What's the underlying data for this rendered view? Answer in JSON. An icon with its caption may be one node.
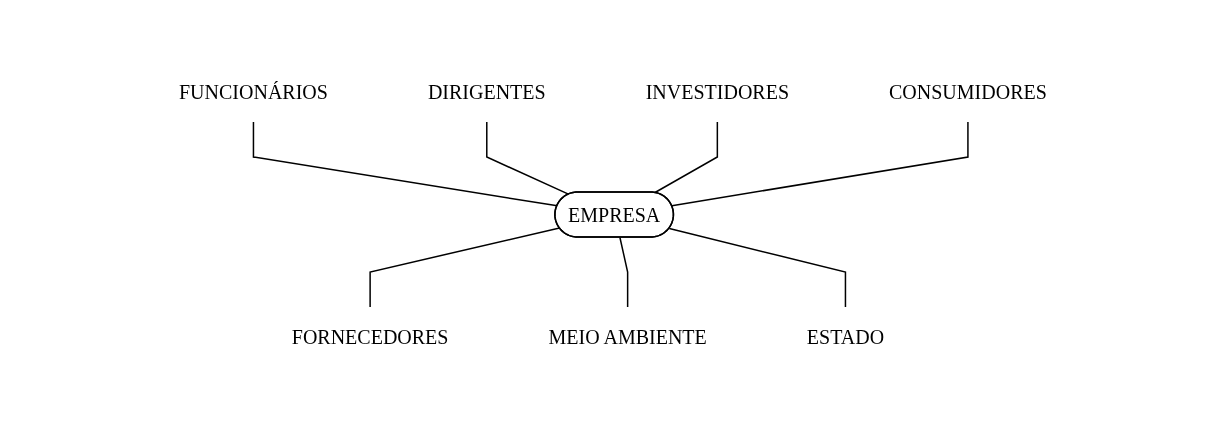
{
  "diagram": {
    "nodes": [
      {
        "text": [
          "FUNCIONÁRIOS"
        ]
      },
      {
        "text": [
          "DIRIGENTES"
        ]
      },
      {
        "text": [
          "INVESTIDORES"
        ]
      },
      {
        "text": [
          "CONSUMIDORES"
        ]
      },
      {
        "text": [
          "EMPRESA"
        ]
      },
      {
        "text": [
          "FORNECEDORES"
        ]
      },
      {
        "text": [
          "MEIO AMBIENTE"
        ]
      },
      {
        "text": [
          "ESTADO"
        ]
      }
    ],
    "edges": [
      {
        "from": 0,
        "to": 4,
        "arrow": "none"
      },
      {
        "from": 1,
        "to": 4,
        "arrow": "none"
      },
      {
        "from": 2,
        "to": 4,
        "arrow": "none"
      },
      {
        "from": 3,
        "to": 4,
        "arrow": "none"
      },
      {
        "from": 4,
        "to": 5,
        "arrow": "none"
      },
      {
        "from": 4,
        "to": 6,
        "arrow": "none"
      },
      {
        "from": 4,
        "to": 7,
        "arrow": "none"
      }
    ]
  }
}
